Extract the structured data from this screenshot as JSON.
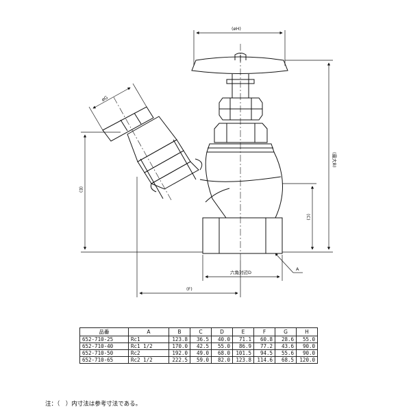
{
  "labels": {
    "dim_h": "(øH)",
    "dim_g": "øG",
    "dim_b": "(最大B)",
    "dim_e": "(E)",
    "dim_c": "(C)",
    "dim_f": "(F)",
    "dim_d": "六角対辺D",
    "dim_a": "A"
  },
  "table": {
    "headers": [
      "品番",
      "A",
      "B",
      "C",
      "D",
      "E",
      "F",
      "G",
      "H"
    ],
    "rows": [
      [
        "652-710-25",
        "Rc1",
        "123.8",
        "36.5",
        "40.0",
        "71.1",
        "60.8",
        "28.6",
        "55.0"
      ],
      [
        "652-710-40",
        "Rc1 1/2",
        "170.0",
        "42.5",
        "55.0",
        "86.9",
        "77.2",
        "43.6",
        "90.0"
      ],
      [
        "652-710-50",
        "Rc2",
        "192.0",
        "49.0",
        "68.0",
        "101.5",
        "94.5",
        "55.6",
        "90.0"
      ],
      [
        "652-710-65",
        "Rc2 1/2",
        "222.5",
        "59.0",
        "82.0",
        "123.8",
        "114.6",
        "68.5",
        "120.0"
      ]
    ]
  },
  "note": "注：（　）内寸法は参考寸法である。"
}
